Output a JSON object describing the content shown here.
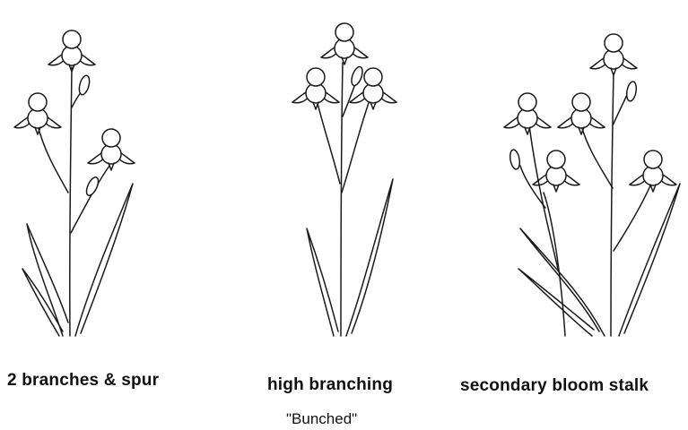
{
  "figure": {
    "stalks": [
      {
        "caption": "2 branches & spur",
        "subcaption": ""
      },
      {
        "caption": "high branching",
        "subcaption": "\"Bunched\""
      },
      {
        "caption": "secondary bloom stalk",
        "subcaption": ""
      }
    ],
    "colors": {
      "ink": "#1a1a1a",
      "background": "#ffffff"
    }
  }
}
